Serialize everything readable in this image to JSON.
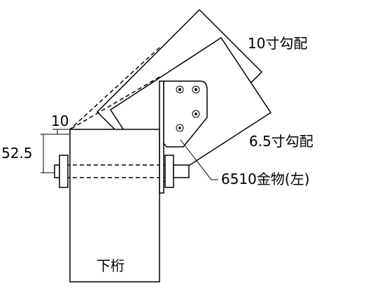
{
  "labels": {
    "pitch_10": "10寸勾配",
    "pitch_65": "6.5寸勾配",
    "hardware": "6510金物(左)",
    "beam": "下桁",
    "dim_10": "10",
    "dim_525": "52.5"
  }
}
